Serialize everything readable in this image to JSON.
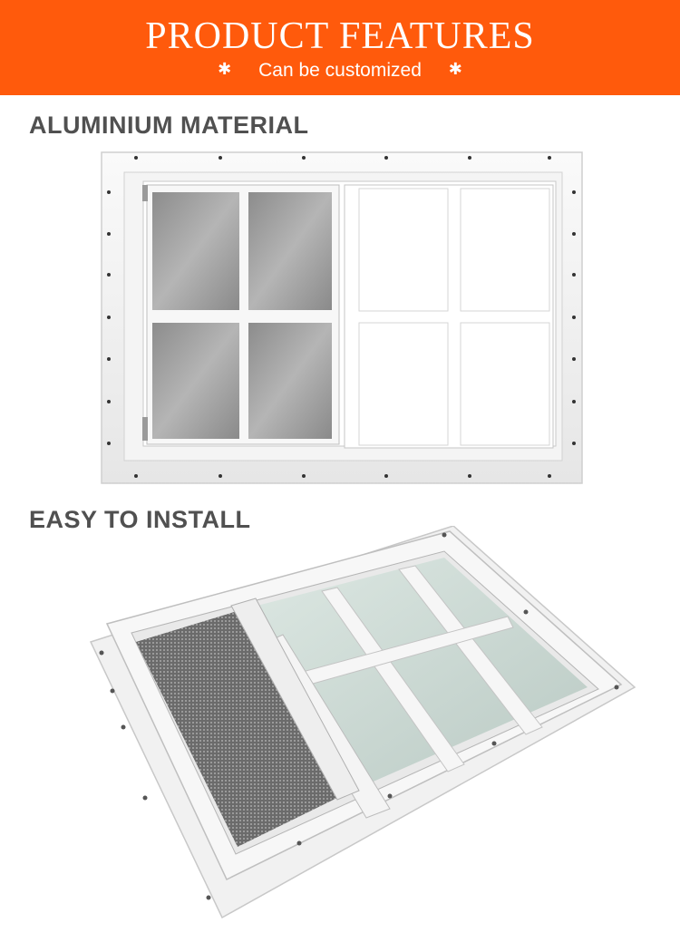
{
  "banner": {
    "title": "PRODUCT FEATURES",
    "subtitle": "Can be customized",
    "star_left": "✱",
    "star_right": "✱",
    "background_color": "#ff5a0c"
  },
  "sections": [
    {
      "heading": "ALUMINIUM MATERIAL",
      "image": "white sliding window front view"
    },
    {
      "heading": "EASY TO INSTALL",
      "image": "white sliding window angled view with screen"
    }
  ]
}
